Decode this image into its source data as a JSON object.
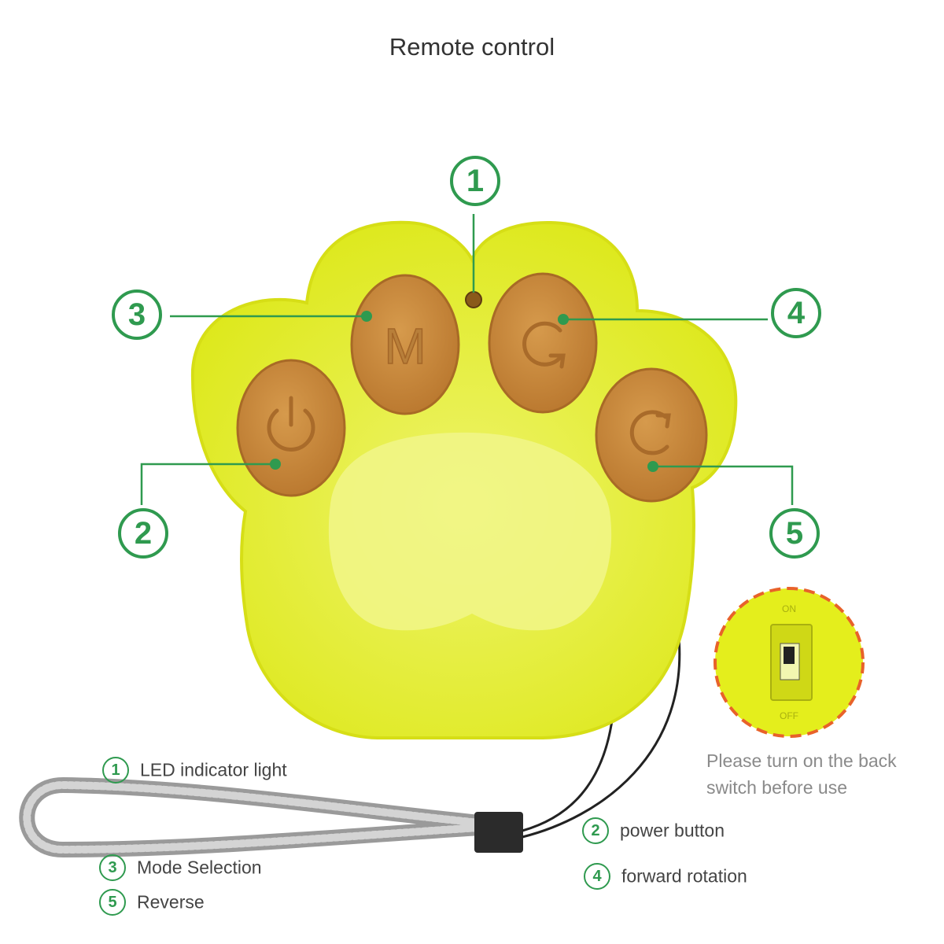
{
  "title": "Remote control",
  "callouts": {
    "c1": "1",
    "c2": "2",
    "c3": "3",
    "c4": "4",
    "c5": "5"
  },
  "buttons": {
    "mode_letter": "M"
  },
  "legend": [
    {
      "num": "1",
      "label": "LED indicator light"
    },
    {
      "num": "3",
      "label": "Mode Selection"
    },
    {
      "num": "5",
      "label": "Reverse"
    },
    {
      "num": "2",
      "label": "power button"
    },
    {
      "num": "4",
      "label": "forward rotation"
    }
  ],
  "switch_note": "Please turn on the back switch before use",
  "switch_labels": {
    "on": "ON",
    "off": "OFF"
  },
  "colors": {
    "paw_body": "#e4ee1c",
    "button": "#c98b3e",
    "callout_green": "#2f9a4f",
    "switch_ring": "#e8622a"
  }
}
